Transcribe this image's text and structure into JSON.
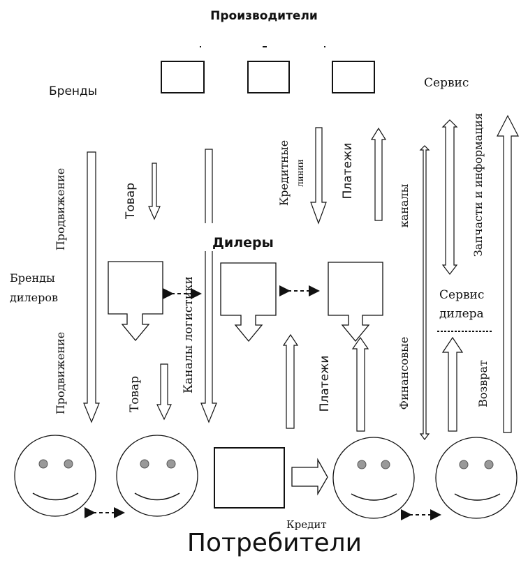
{
  "title": "Производители",
  "producers_label": "Бренды",
  "service_label": "Сервис",
  "dealers_label": "Дилеры",
  "dealer_brands_label": [
    "Бренды",
    "дилеров"
  ],
  "consumers_label": "Потребители",
  "flows": {
    "promotion_top": "Продвижение",
    "promotion_bottom": "Продвижение",
    "goods_top": "Товар",
    "goods_bottom": "Товар",
    "logistics_channels": "Каналы логистики",
    "credit_lines": [
      "Кредитные",
      "линии"
    ],
    "payments_top": "Платежи",
    "payments_bottom": "Платежи",
    "financial_channels_top": "каналы",
    "financial_channels_bottom": "Финансовые",
    "spare_parts_info": "Запчасти и информация",
    "dealer_service": [
      "Сервис",
      "дилера"
    ],
    "return": "Возврат",
    "credit": "Кредит"
  },
  "colors": {
    "stroke": "#111111",
    "eye": "#999999",
    "background": "#ffffff"
  }
}
